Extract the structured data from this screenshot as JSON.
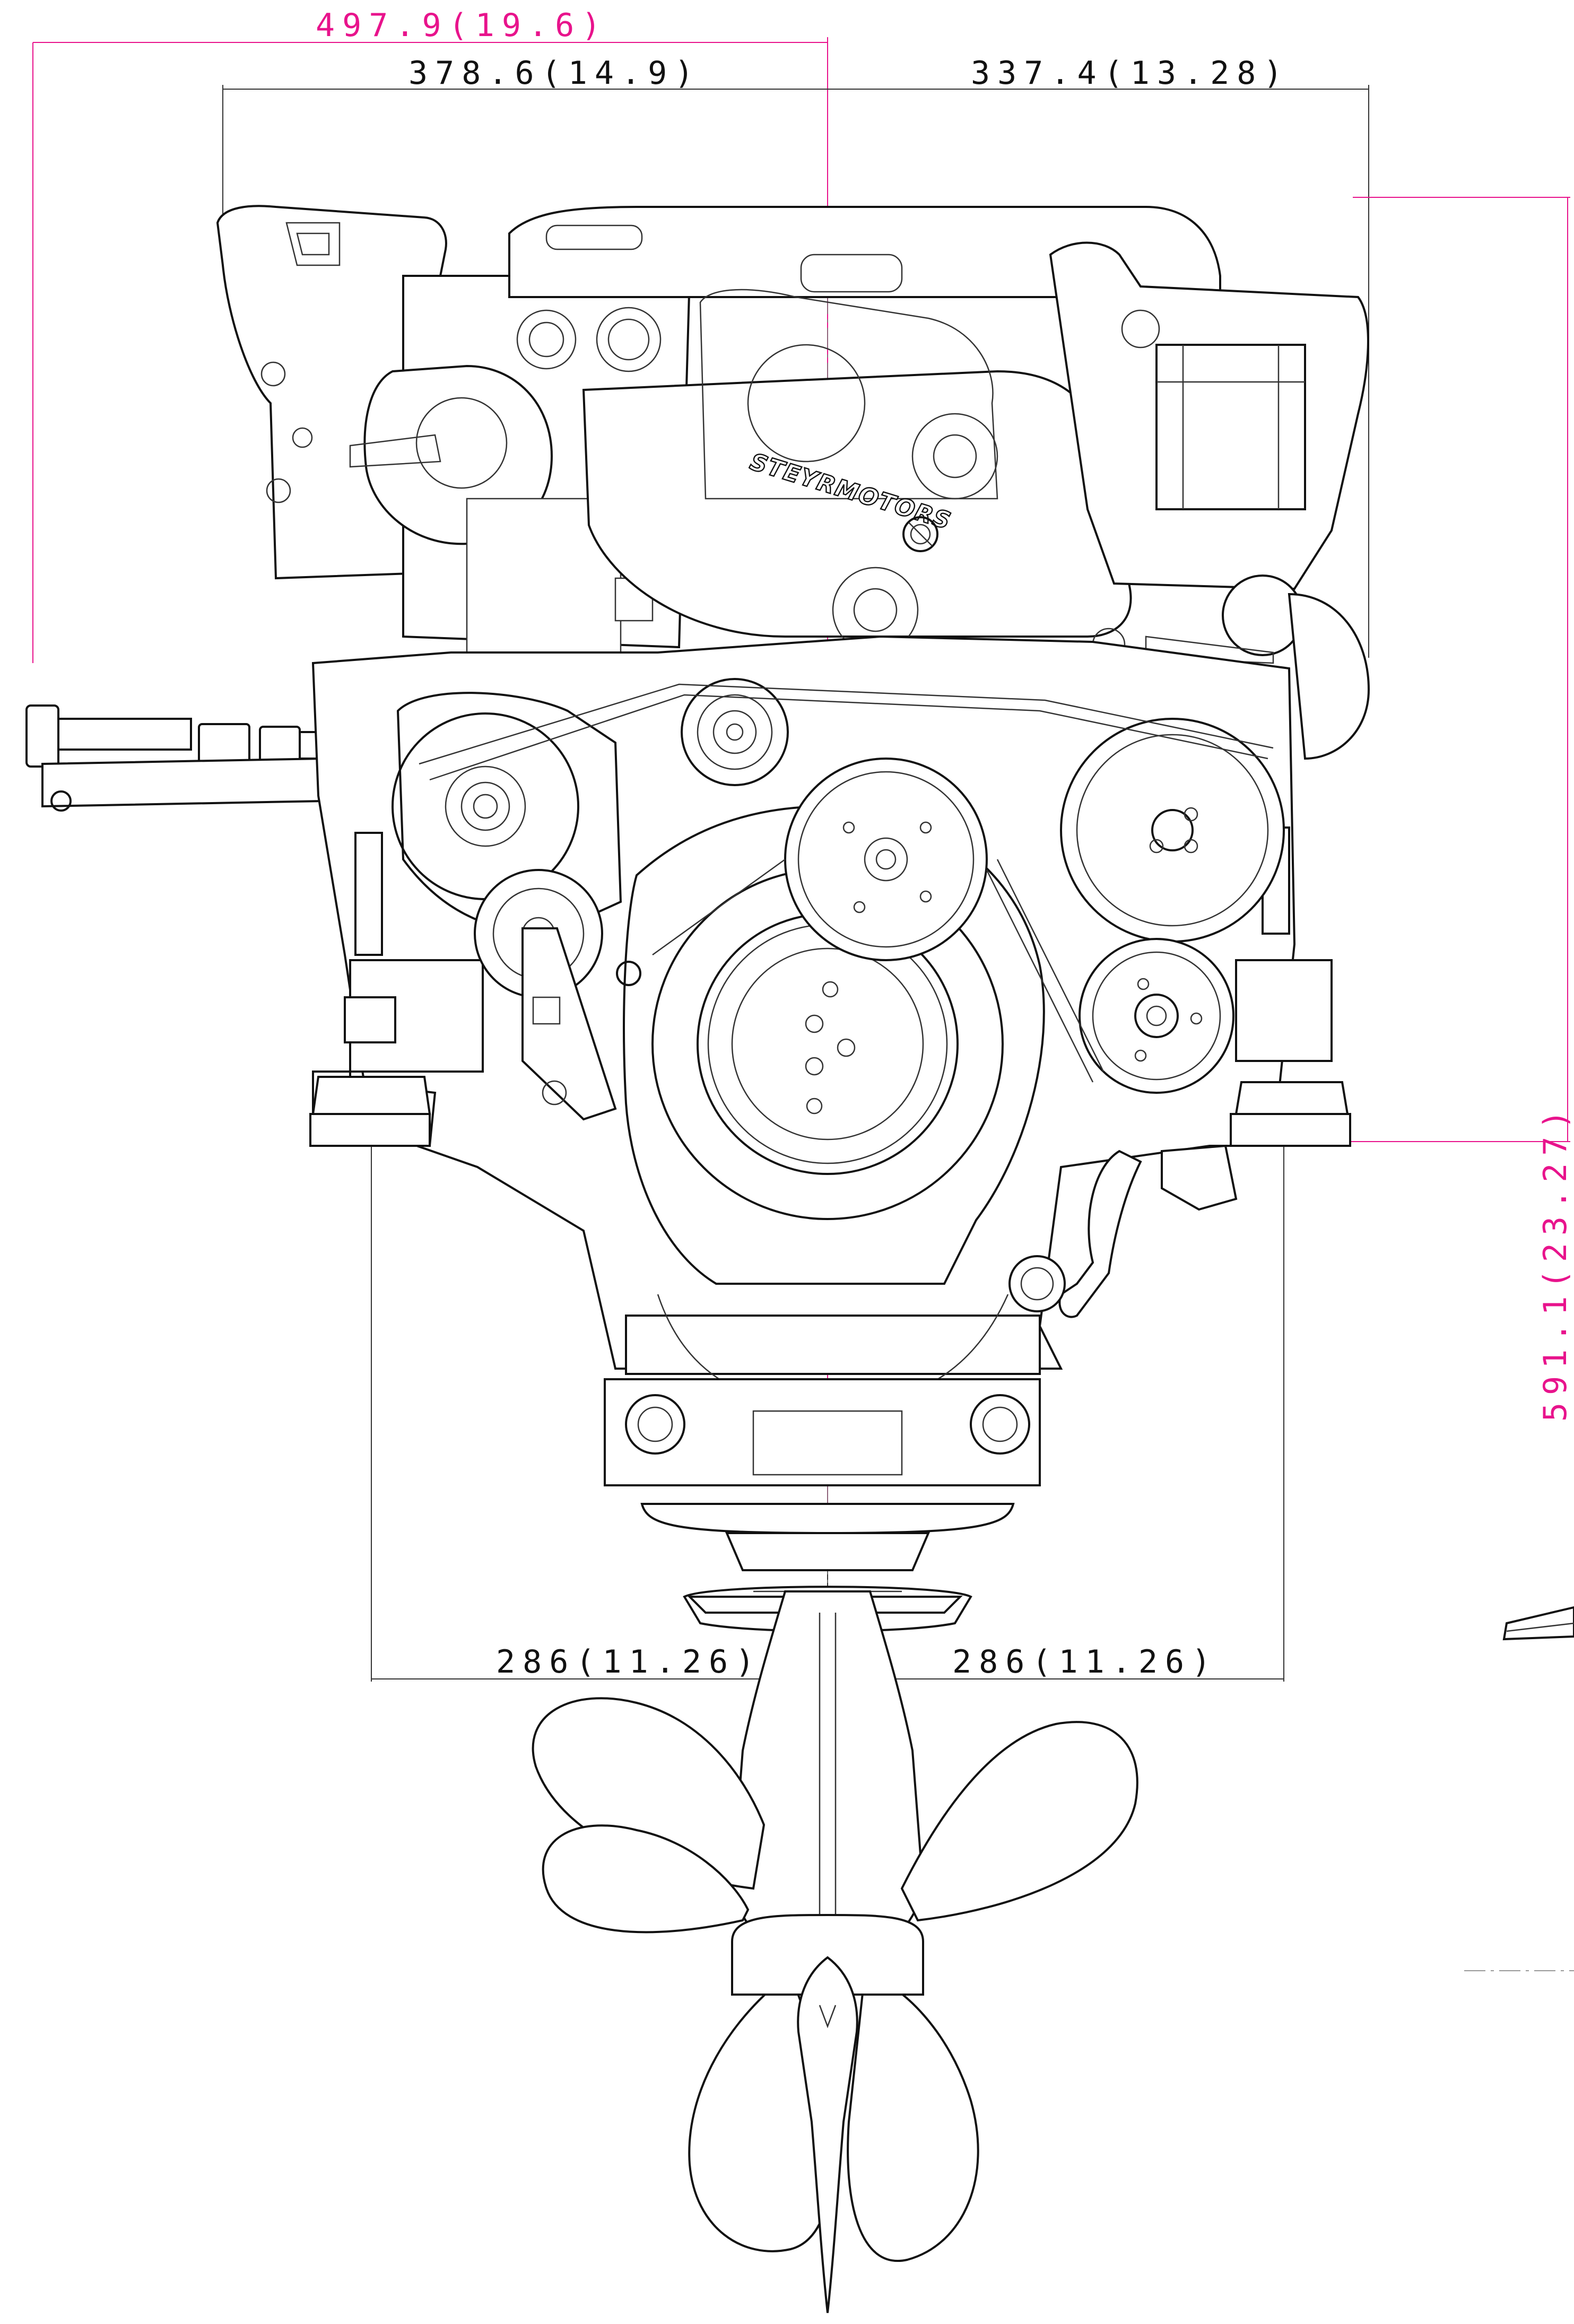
{
  "dimensions": {
    "top_overall": "497.9(19.6)",
    "top_left": "378.6(14.9)",
    "top_right": "337.4(13.28)",
    "right_height": "591.1(23.27)",
    "bottom_left": "286(11.26)",
    "bottom_right": "286(11.26)"
  },
  "brand_label": "STEYRMOTORS",
  "colors": {
    "dimension_highlight": "#e8138c",
    "linework": "#111111"
  }
}
